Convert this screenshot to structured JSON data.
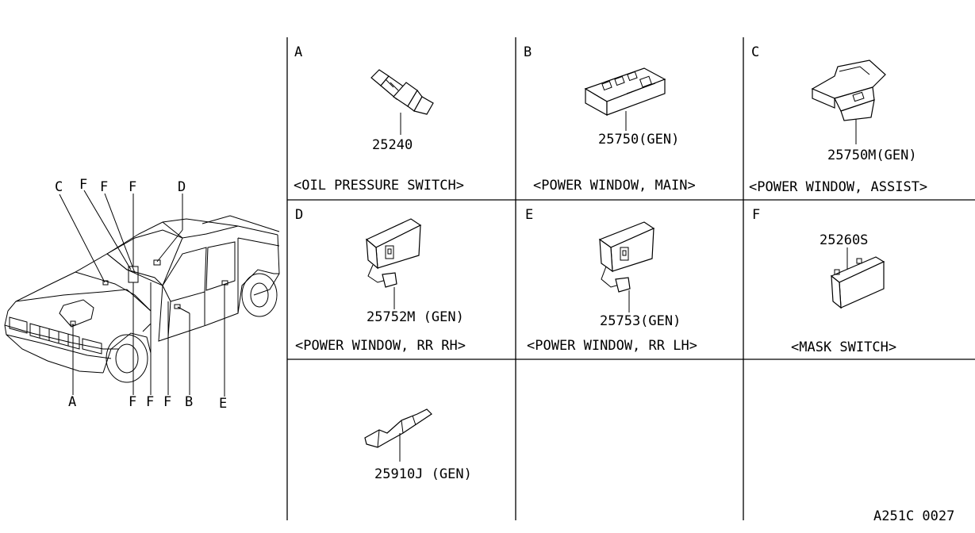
{
  "vehicle": {
    "callouts_top": [
      "C",
      "F",
      "F",
      "F",
      "D"
    ],
    "callouts_bottom": [
      "A",
      "F",
      "F",
      "F",
      "B",
      "E"
    ]
  },
  "panels": [
    {
      "letter": "A",
      "part_number": "25240",
      "caption": "<OIL PRESSURE SWITCH>",
      "icon": "oil-pressure-switch-icon"
    },
    {
      "letter": "B",
      "part_number": "25750(GEN)",
      "caption": "<POWER WINDOW, MAIN>",
      "icon": "power-window-main-switch-icon"
    },
    {
      "letter": "C",
      "part_number": "25750M(GEN)",
      "caption": "<POWER WINDOW, ASSIST>",
      "icon": "power-window-assist-switch-icon"
    },
    {
      "letter": "D",
      "part_number": "25752M (GEN)",
      "caption": "<POWER WINDOW, RR RH>",
      "icon": "power-window-rr-rh-switch-icon"
    },
    {
      "letter": "E",
      "part_number": "25753(GEN)",
      "caption": "<POWER WINDOW, RR LH>",
      "icon": "power-window-rr-lh-switch-icon"
    },
    {
      "letter": "F",
      "part_number": "25260S",
      "caption": "<MASK SWITCH>",
      "icon": "mask-switch-icon"
    },
    {
      "letter": "",
      "part_number": "25910J (GEN)",
      "caption": "",
      "icon": "connector-bracket-icon"
    }
  ],
  "figure_code": "A251C 0027"
}
